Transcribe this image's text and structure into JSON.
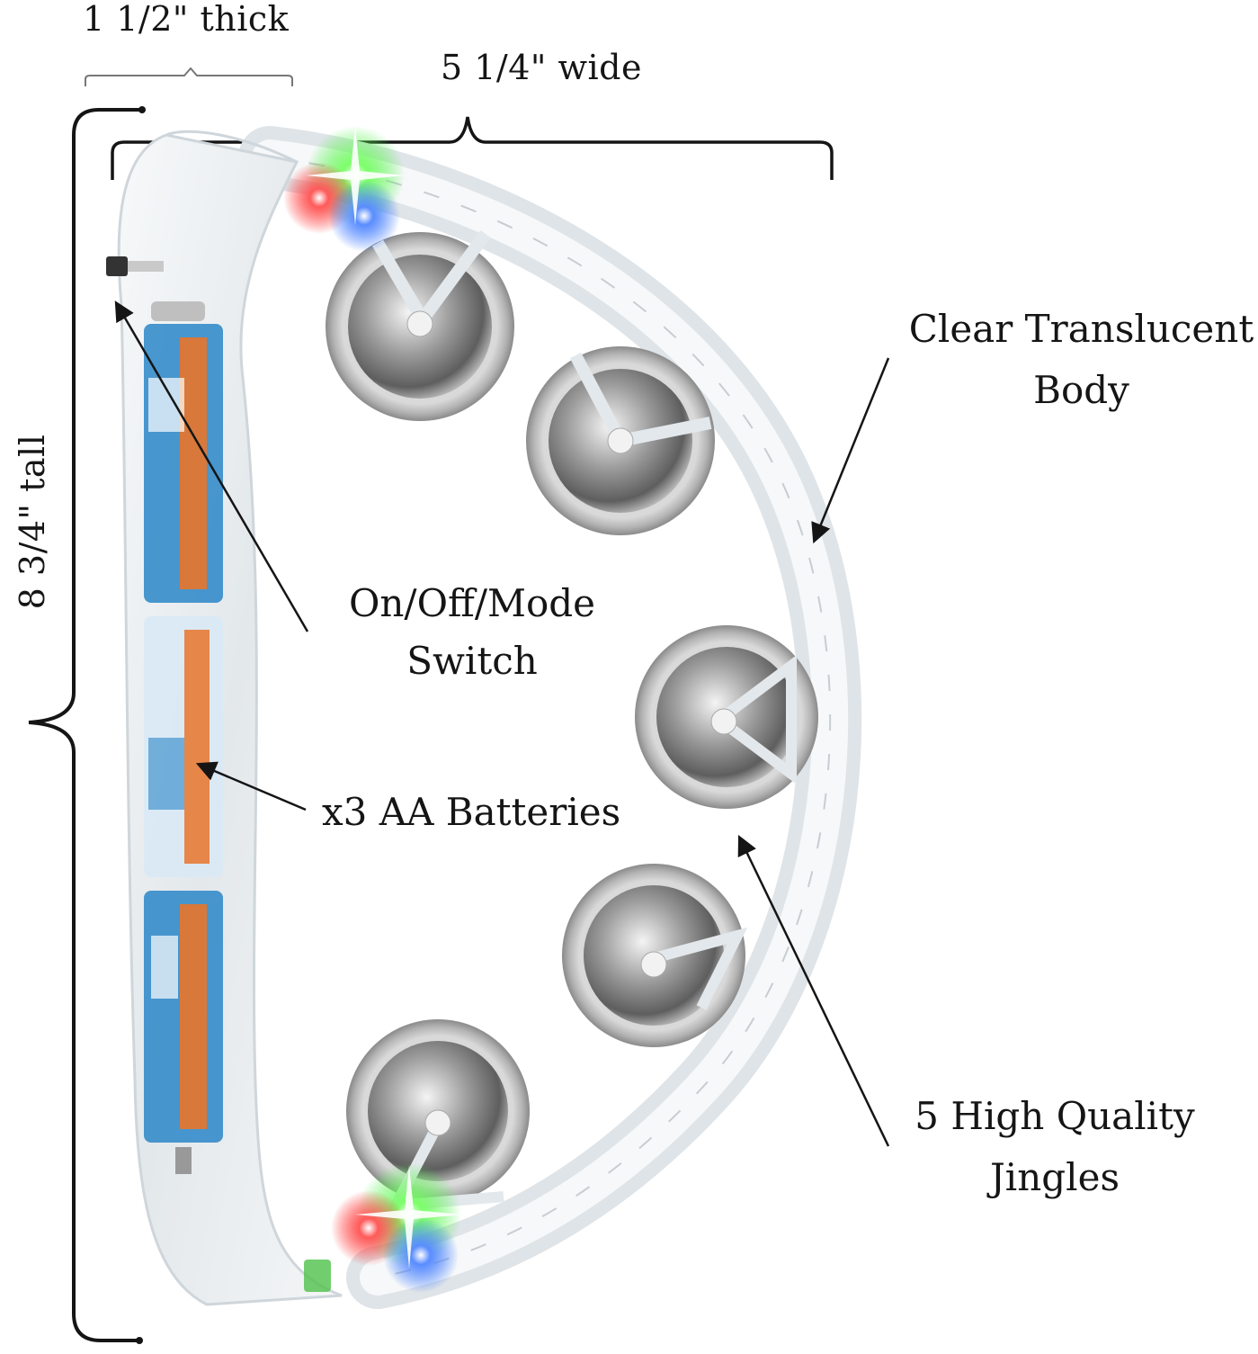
{
  "dimensions": {
    "thickness": "1 1/2\" thick",
    "width": "5 1/4\" wide",
    "height": "8 3/4\" tall"
  },
  "callouts": {
    "switch": {
      "line1": "On/Off/Mode",
      "line2": "Switch"
    },
    "batteries": "x3 AA Batteries",
    "body": {
      "line1": "Clear Translucent",
      "line2": "Body"
    },
    "jingles": {
      "line1": "5 High Quality",
      "line2": "Jingles"
    }
  },
  "colors": {
    "led_green": "#3ef03a",
    "led_red": "#ff2a2a",
    "led_blue": "#2a6dff",
    "battery_blue": "#2a86c8",
    "battery_orange": "#e8742a",
    "jingle_metal": "#8d8d8d",
    "frame_clear": "#eef2f4",
    "ink": "#151515"
  },
  "icons": [
    "tambourine-image",
    "led-light-icon",
    "arrow-icon",
    "brace-icon"
  ]
}
